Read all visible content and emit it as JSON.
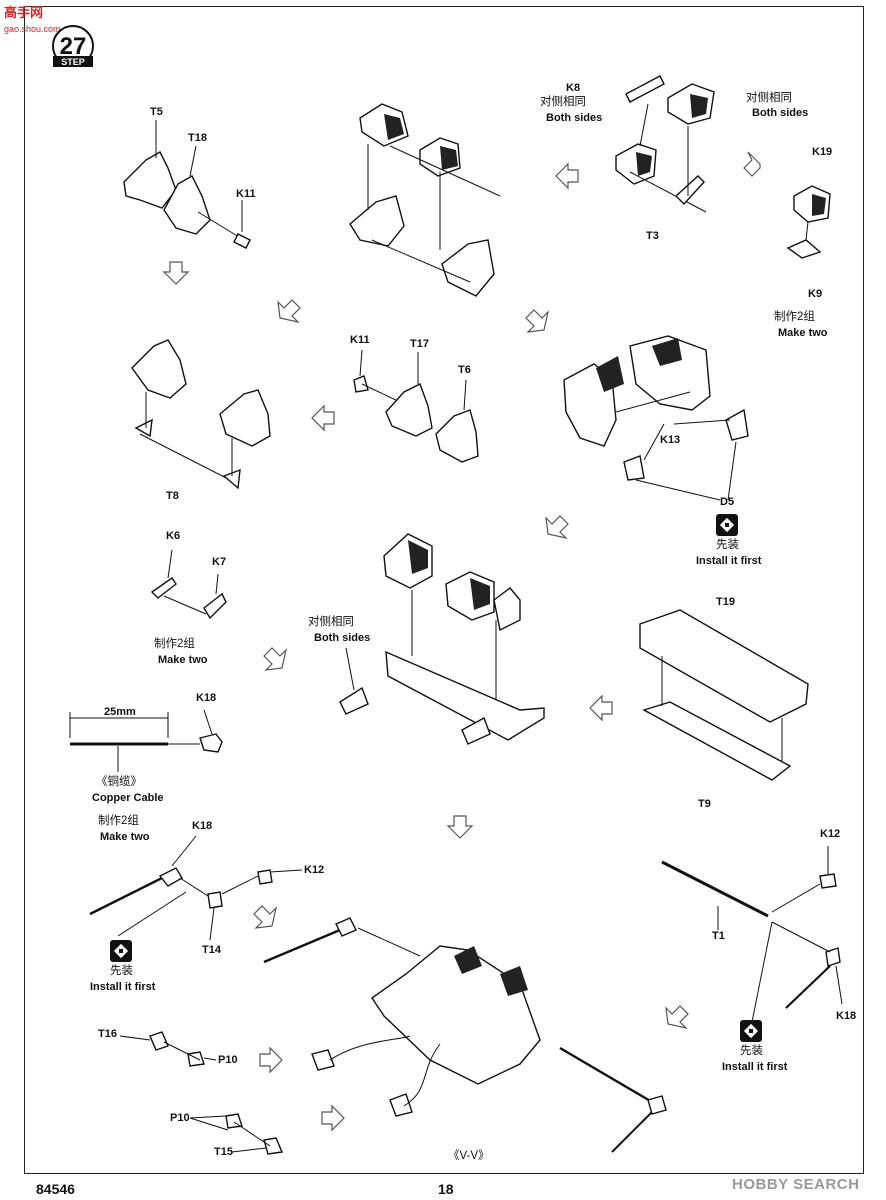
{
  "watermark_top": {
    "title": "高手网",
    "url": "gao.shou.com"
  },
  "step": {
    "number": "27",
    "label": "STEP"
  },
  "labels": {
    "t5": "T5",
    "t18a": "T18",
    "k11a": "K11",
    "k8": "K8",
    "both_sides_cn_1": "对侧相同",
    "both_sides_en_1": "Both sides",
    "both_sides_cn_2": "对侧相同",
    "both_sides_en_2": "Both sides",
    "t3": "T3",
    "k19": "K19",
    "k9": "K9",
    "make_two_cn_1": "制作2组",
    "make_two_en_1": "Make two",
    "k11b": "K11",
    "t17": "T17",
    "t6": "T6",
    "t8": "T8",
    "k13": "K13",
    "d5": "D5",
    "install_first_cn_1": "先装",
    "install_first_en_1": "Install it first",
    "k6": "K6",
    "k7": "K7",
    "make_two_cn_2": "制作2组",
    "make_two_en_2": "Make two",
    "both_sides_cn_3": "对侧相同",
    "both_sides_en_3": "Both sides",
    "t19": "T19",
    "t9": "T9",
    "k18a": "K18",
    "dim_25mm": "25mm",
    "copper_cn": "《铜缆》",
    "copper_en": "Copper Cable",
    "make_two_cn_3": "制作2组",
    "make_two_en_3": "Make two",
    "k18b": "K18",
    "k12a": "K12",
    "t14": "T14",
    "install_first_cn_2": "先装",
    "install_first_en_2": "Install it first",
    "k12b": "K12",
    "t1": "T1",
    "k18c": "K18",
    "install_first_cn_3": "先装",
    "install_first_en_3": "Install it first",
    "t16": "T16",
    "p10a": "P10",
    "p10b": "P10",
    "t15": "T15",
    "view_vv": "《V-V》"
  },
  "footer": {
    "code": "84546",
    "page": "18",
    "watermark": "HOBBY SEARCH"
  }
}
